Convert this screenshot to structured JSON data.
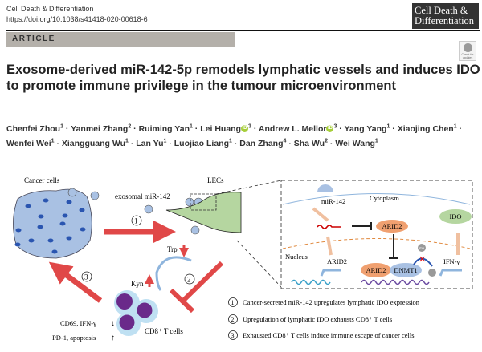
{
  "header": {
    "journal": "Cell Death & Differentiation",
    "doi": "https://doi.org/10.1038/s41418-020-00618-6",
    "logo_line1": "Cell Death &",
    "logo_line2": "Differentiation",
    "section": "ARTICLE",
    "check_updates": "Check for updates"
  },
  "title": "Exosome-derived miR-142-5p remodels lymphatic vessels and induces IDO to promote immune privilege in the tumour microenvironment",
  "authors": [
    {
      "name": "Chenfei Zhou",
      "aff": "1",
      "orcid": false
    },
    {
      "name": "Yanmei Zhang",
      "aff": "2",
      "orcid": false
    },
    {
      "name": "Ruiming Yan",
      "aff": "1",
      "orcid": false
    },
    {
      "name": "Lei Huang",
      "aff": "3",
      "orcid": true
    },
    {
      "name": "Andrew L. Mellor",
      "aff": "3",
      "orcid": true
    },
    {
      "name": "Yang Yang",
      "aff": "1",
      "orcid": false
    },
    {
      "name": "Xiaojing Chen",
      "aff": "1",
      "orcid": false
    },
    {
      "name": "Wenfei Wei",
      "aff": "1",
      "orcid": false
    },
    {
      "name": "Xiangguang Wu",
      "aff": "1",
      "orcid": false
    },
    {
      "name": "Lan Yu",
      "aff": "1",
      "orcid": false
    },
    {
      "name": "Luojiao Liang",
      "aff": "1",
      "orcid": false
    },
    {
      "name": "Dan Zhang",
      "aff": "4",
      "orcid": false
    },
    {
      "name": "Sha Wu",
      "aff": "2",
      "orcid": false
    },
    {
      "name": "Wei Wang",
      "aff": "1",
      "orcid": false
    }
  ],
  "figure": {
    "cancer_cells": "Cancer cells",
    "exosomal": "exosomal miR-142",
    "lecs": "LECs",
    "trp": "Trp",
    "kyn": "Kyn",
    "cd69": "CD69, IFN-γ",
    "pd1": "PD-1, apoptosis",
    "tcells": "CD8⁺ T cells",
    "mir142": "miR-142",
    "cytoplasm": "Cytoplasm",
    "nucleus": "Nucleus",
    "ido": "IDO",
    "arid2": "ARID2",
    "arid2_b": "ARID2",
    "arid2_c": "ARID2",
    "dnmt1": "DNMT1",
    "ifng": "IFN-γ",
    "me": "me",
    "step_nums": [
      "1",
      "2",
      "3"
    ],
    "legend": [
      "Cancer-secreted miR-142 upregulates lymphatic IDO expression",
      "Upregulation of lymphatic IDO exhausts CD8⁺ T cells",
      "Exhausted CD8⁺ T cells induce immune escape of cancer cells"
    ],
    "colors": {
      "arrow": "#e04848",
      "cell": "#a9c1e3",
      "lec": "#b5d6a0",
      "arid2": "#f0a070",
      "dnmt1": "#a9c1e3",
      "tcell": "#6a2a8a"
    }
  }
}
